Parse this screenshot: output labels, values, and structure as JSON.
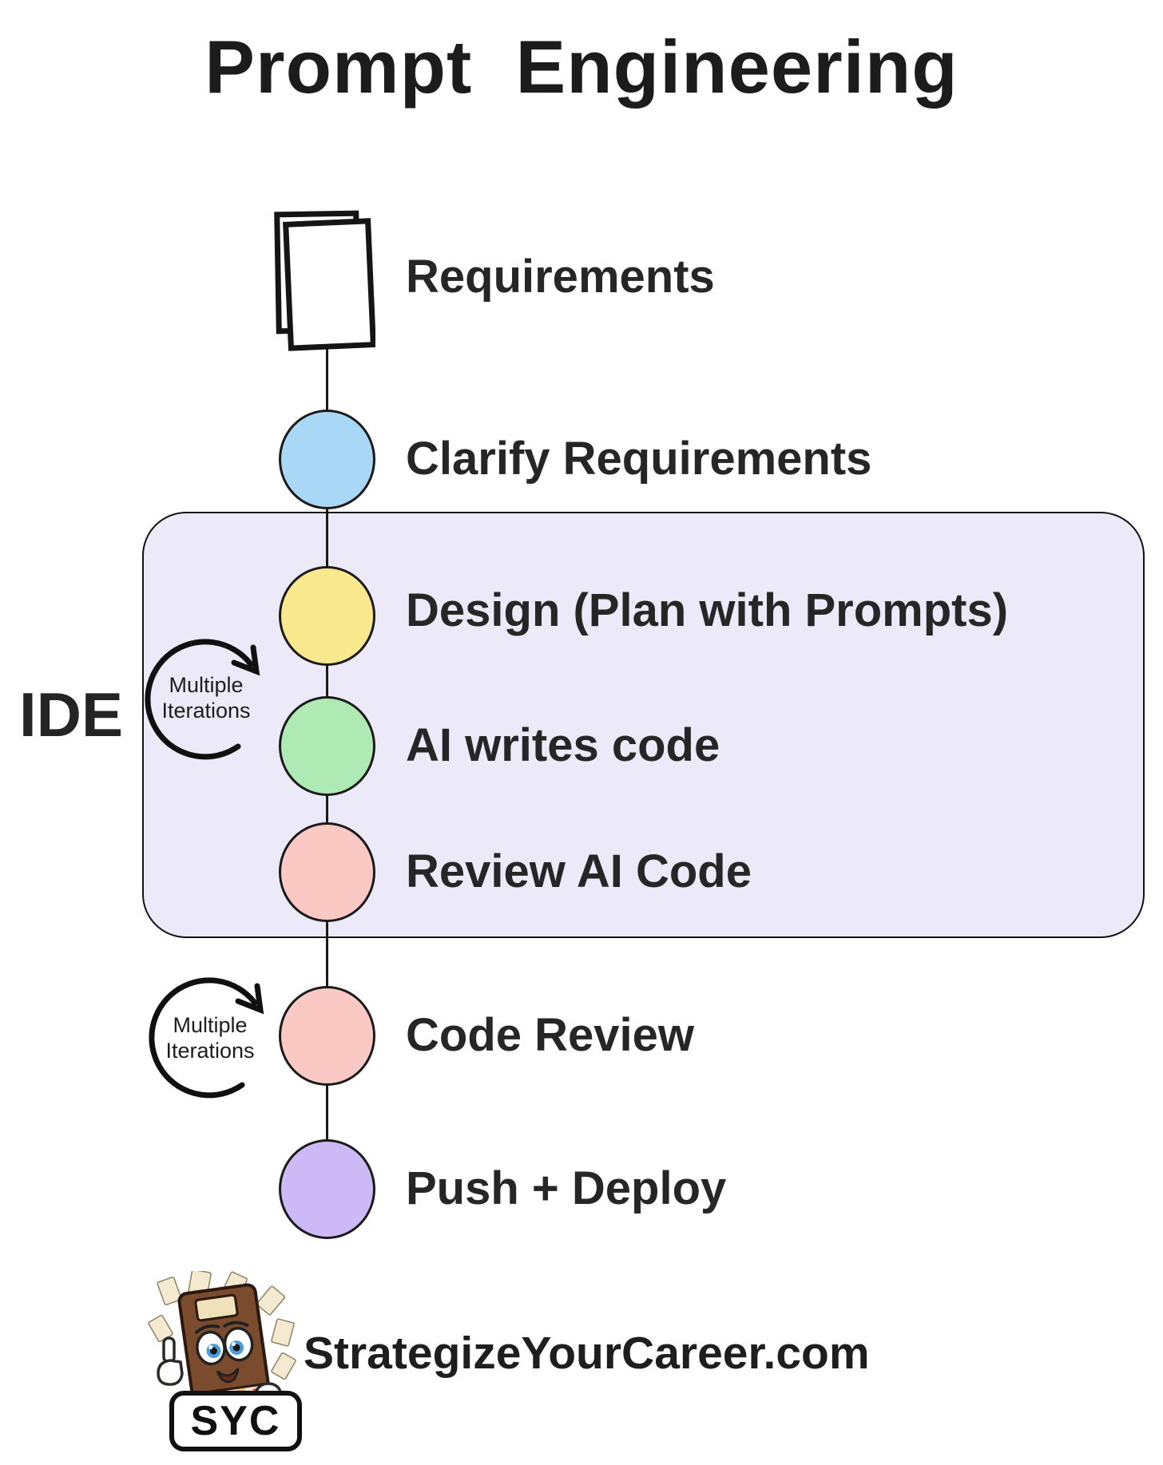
{
  "title": "Prompt  Engineering",
  "flow": {
    "steps": [
      {
        "label": "Requirements",
        "marker": "documents-icon"
      },
      {
        "label": "Clarify Requirements",
        "color": "#A9D8F6"
      },
      {
        "label": "Design (Plan with Prompts)",
        "color": "#FAE88F"
      },
      {
        "label": "AI writes code",
        "color": "#AFEAB4"
      },
      {
        "label": "Review AI Code",
        "color": "#FBC9C4"
      },
      {
        "label": "Code Review",
        "color": "#FBC9C4"
      },
      {
        "label": "Push + Deploy",
        "color": "#CDB9F6"
      }
    ],
    "ide_label": "IDE",
    "ide_box_fill": "#ECEAF9",
    "loops": [
      {
        "line1": "Multiple",
        "line2": "Iterations"
      },
      {
        "line1": "Multiple",
        "line2": "Iterations"
      }
    ]
  },
  "footer": {
    "badge": "SYC",
    "website": "StrategizeYourCareer.com",
    "mascot": "book-mascot"
  }
}
